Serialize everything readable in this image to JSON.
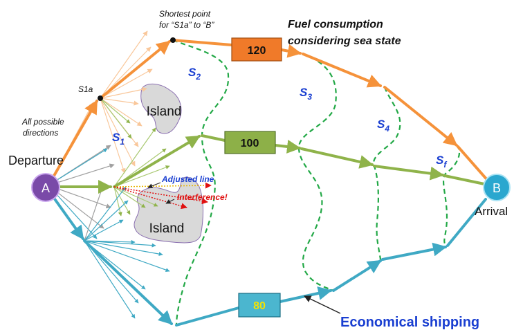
{
  "annotations": {
    "shortest_point_line1": "Shortest point",
    "shortest_point_line2": "for “S1a” to “B”",
    "fuel_line1": "Fuel consumption",
    "fuel_line2": "considering sea state",
    "s1a": "S1a",
    "all_possible_line1": "All possible",
    "all_possible_line2": "directions",
    "departure": "Departure",
    "arrival": "Arrival",
    "adjusted_line": "Adjusted line",
    "interference": "Interference!",
    "economical_shipping": "Economical shipping"
  },
  "nodes": {
    "departure_node": "A",
    "arrival_node": "B"
  },
  "islands": {
    "upper": "Island",
    "lower": "Island"
  },
  "costs": {
    "top": "120",
    "middle": "100",
    "bottom": "80"
  },
  "stages": {
    "s1": {
      "letter": "S",
      "sub": "1"
    },
    "s2": {
      "letter": "S",
      "sub": "2"
    },
    "s3": {
      "letter": "S",
      "sub": "3"
    },
    "s4": {
      "letter": "S",
      "sub": "4"
    },
    "sf": {
      "letter": "S",
      "sub": "f"
    }
  },
  "colors": {
    "orange_route": "#f5923a",
    "green_route": "#8fb34a",
    "blue_route": "#3fa9c4",
    "stage_line": "#22a846",
    "stage_label": "#1a3fd1",
    "node_a": "#7a4aa8",
    "node_b": "#2aa7cf",
    "box_orange": "#f07a29",
    "box_green": "#8db048",
    "box_blue": "#4bb6cf",
    "interference": "#e01010",
    "adjusted": "#1a3fd1"
  }
}
